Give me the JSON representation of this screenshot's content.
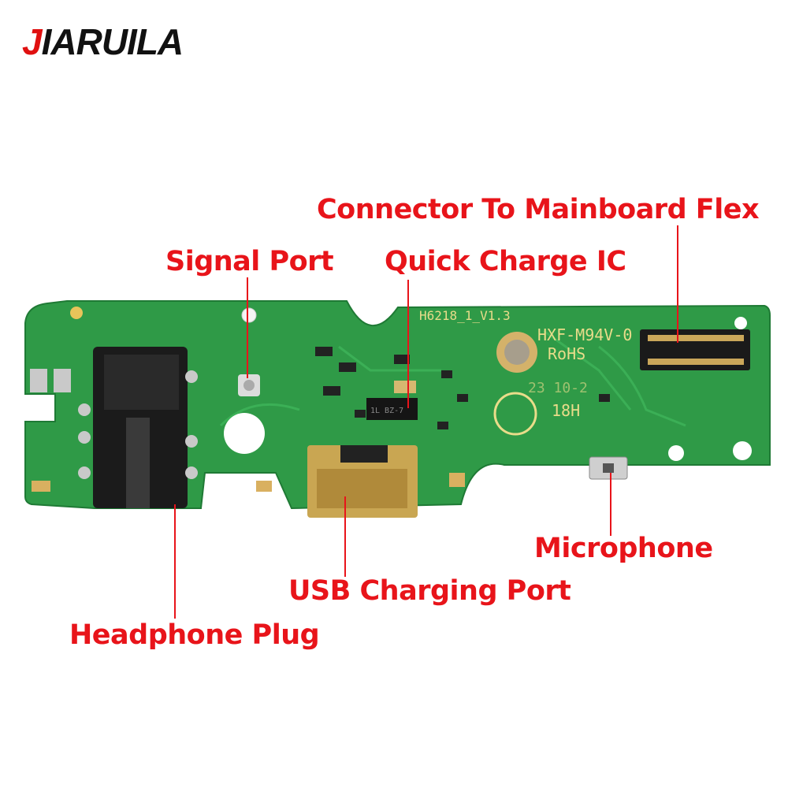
{
  "brand": {
    "first_letter": "J",
    "rest": "IARUILA"
  },
  "labels": {
    "connector": "Connector To Mainboard Flex",
    "signal_port": "Signal Port",
    "quick_charge": "Quick Charge IC",
    "microphone": "Microphone",
    "usb_port": "USB Charging Port",
    "headphone": "Headphone Plug"
  },
  "silkscreen": {
    "part": "H6218_1_V1.3",
    "model": "HXF-M94V-0",
    "rohs": "RoHS",
    "date": "23 10-2",
    "code": "18H",
    "chip": "1L BZ-7"
  },
  "colors": {
    "label": "#e8141a",
    "board": "#2e9a45",
    "silk": "#e9dc8a"
  }
}
